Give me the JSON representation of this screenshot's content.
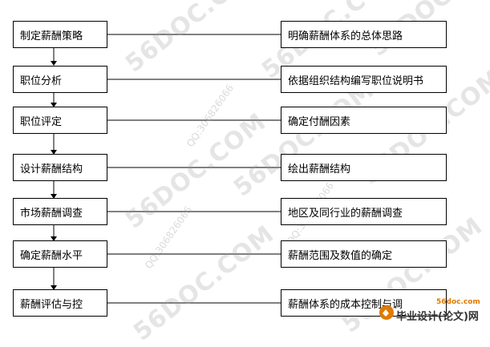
{
  "left_steps": [
    "制定薪酬策略",
    "职位分析",
    "职位评定",
    "设计薪酬结构",
    "市场薪酬调查",
    "确定薪酬水平",
    "薪酬评估与控"
  ],
  "right_steps": [
    "明确薪酬体系的总体思路",
    "依据组织结构编写职位说明书",
    "确定付酬因素",
    "绘出薪酬结构",
    "地区及同行业的薪酬调查",
    "薪酬范围及数值的确定",
    "薪酬体系的成本控制与调"
  ],
  "watermarks": {
    "site": "56DOC.COM",
    "qq": "QQ:306826066"
  },
  "logo": {
    "site": "56doc.com",
    "name": "毕业设计(论文)网",
    "accent": "#e07a00"
  }
}
